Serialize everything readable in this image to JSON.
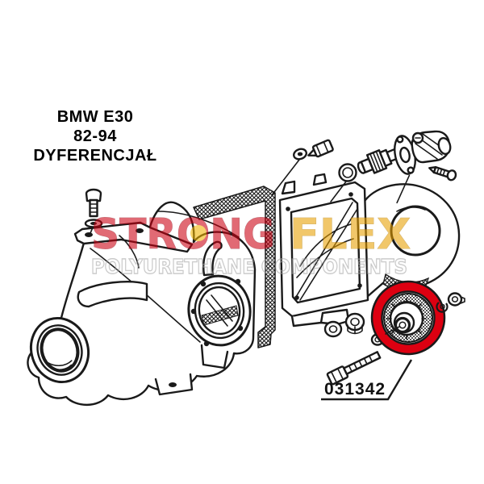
{
  "page": {
    "background": "#ffffff"
  },
  "header": {
    "line1": "BMW E30",
    "line2": "82-94",
    "line3": "DYFERENCJAŁ"
  },
  "part_label": {
    "number": "031342"
  },
  "highlight": {
    "color": "#dd0011",
    "part": "differential-mount-bushing"
  },
  "watermark": {
    "brand_left": "STRONG",
    "brand_right": "FLEX",
    "subtitle": "POLYURETHANE COMPONENTS",
    "brand_left_color": "#cc0011",
    "brand_left_outline": "#8a0010",
    "brand_right_color": "#e8a000",
    "brand_right_outline": "#b07800",
    "o_ball_color": "#f0b400",
    "subtitle_color": "#9b9b9b"
  },
  "diagram": {
    "parts": [
      "differential-housing",
      "rear-cover",
      "gasket",
      "housing-bolt",
      "cover-bolt",
      "o-ring",
      "pinion-shaft",
      "flange-plate",
      "sensor-bracket",
      "small-screw",
      "washer",
      "flange-nut",
      "mount-bolt",
      "mount-washer",
      "highlighted-bushing",
      "c-clip",
      "cap-nut"
    ]
  }
}
